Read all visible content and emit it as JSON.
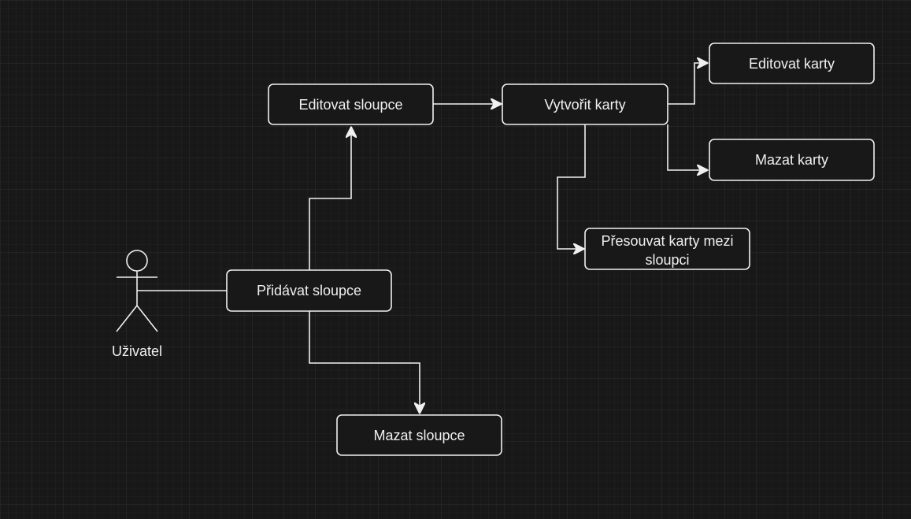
{
  "diagram": {
    "actor": {
      "label": "Uživatel"
    },
    "nodes": {
      "pridavat_sloupce": "Přidávat sloupce",
      "editovat_sloupce": "Editovat sloupce",
      "mazat_sloupce": "Mazat sloupce",
      "vytvorit_karty": "Vytvořit karty",
      "editovat_karty": "Editovat karty",
      "mazat_karty": "Mazat karty",
      "presouvat_karty_line1": "Přesouvat karty mezi",
      "presouvat_karty_line2": "sloupci"
    }
  },
  "colors": {
    "background": "#181818",
    "grid": "#2a2a2a",
    "stroke": "#f0f0f0"
  }
}
